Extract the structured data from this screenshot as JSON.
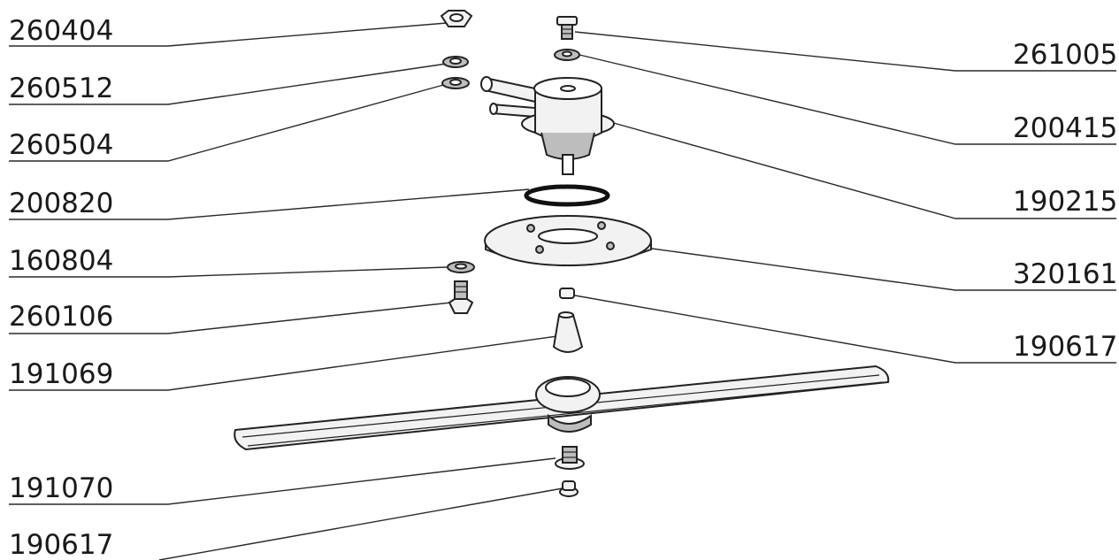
{
  "diagram": {
    "left_labels": [
      "260404",
      "260512",
      "260504",
      "200820",
      "160804",
      "260106",
      "191069",
      "191070",
      "190617"
    ],
    "right_labels": [
      "261005",
      "200415",
      "190215",
      "320161",
      "190617"
    ]
  }
}
